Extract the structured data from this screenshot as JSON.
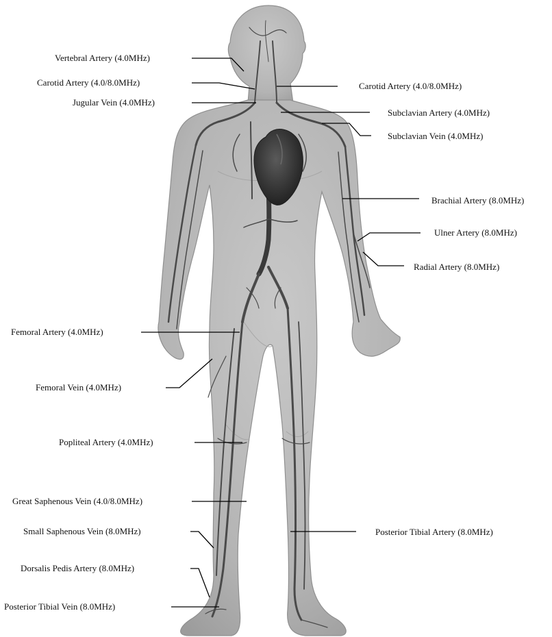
{
  "labels": {
    "vertebral_artery": "Vertebral Artery (4.0MHz)",
    "carotid_artery_left": "Carotid Artery (4.0/8.0MHz)",
    "jugular_vein": "Jugular Vein (4.0MHz)",
    "carotid_artery_right": "Carotid Artery (4.0/8.0MHz)",
    "subclavian_artery": "Subclavian Artery (4.0MHz)",
    "subclavian_vein": "Subclavian Vein (4.0MHz)",
    "brachial_artery": "Brachial Artery (8.0MHz)",
    "ulner_artery": "Ulner Artery (8.0MHz)",
    "radial_artery": "Radial Artery (8.0MHz)",
    "femoral_artery": "Femoral Artery (4.0MHz)",
    "femoral_vein": "Femoral Vein (4.0MHz)",
    "popliteal_artery": "Popliteal Artery (4.0MHz)",
    "great_saphenous_vein": "Great Saphenous Vein (4.0/8.0MHz)",
    "small_saphenous_vein": "Small Saphenous Vein (8.0MHz)",
    "posterior_tibial_artery": "Posterior Tibial Artery (8.0MHz)",
    "dorsalis_pedis_artery": "Dorsalis Pedis Artery (8.0MHz)",
    "posterior_tibial_vein": "Posterior Tibial Vein (8.0MHz)"
  },
  "colors": {
    "body_fill": "#b9b9b9",
    "body_edge": "#8f8f8f",
    "vessel": "#4a4a4a",
    "heart": "#2e2e2e",
    "leader_line": "#000000"
  }
}
